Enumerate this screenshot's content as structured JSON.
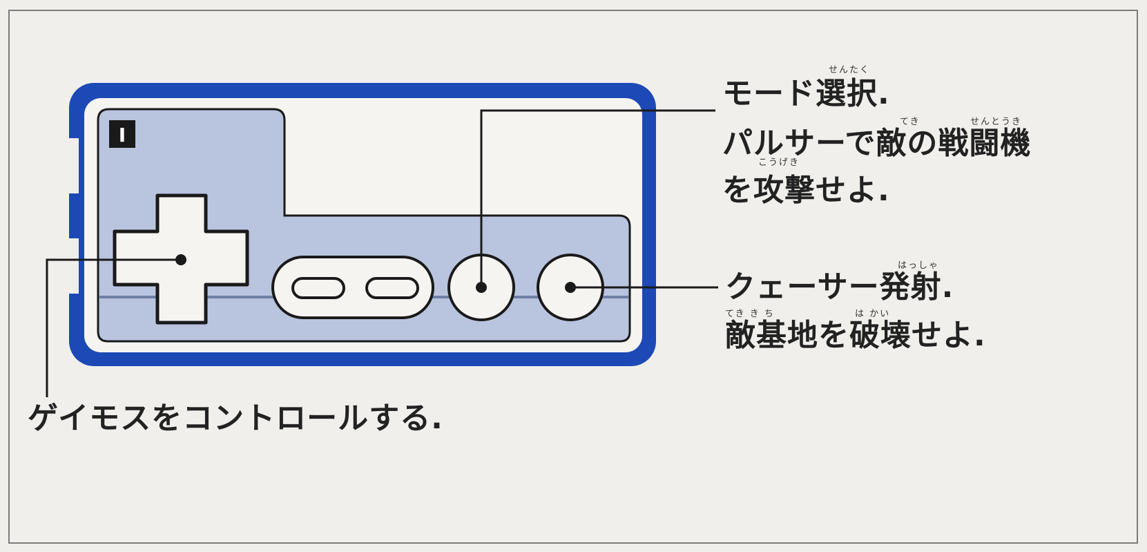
{
  "controller": {
    "player_badge": "I"
  },
  "labels": {
    "mode_select": {
      "line1": "モード選択.",
      "line2": "パルサーで敵の戦闘機",
      "line3": "を攻撃せよ.",
      "ruby_sentaku": "せんたく",
      "ruby_teki": "てき",
      "ruby_sentouki": "せんとうき",
      "ruby_kougeki": "こうげき"
    },
    "quasar": {
      "line1": "クェーサー発射.",
      "line2": "敵基地を破壊せよ.",
      "ruby_hassha": "はっしゃ",
      "ruby_tekikichi": "てき き ち",
      "ruby_hakai": "は かい"
    },
    "dpad": {
      "line1": "ゲイモスをコントロールする."
    }
  },
  "colors": {
    "controller_outer": "#1c49b6",
    "controller_body": "#b9c4df",
    "controller_inner": "#f5f4f1",
    "outline": "#1a1a1a"
  }
}
